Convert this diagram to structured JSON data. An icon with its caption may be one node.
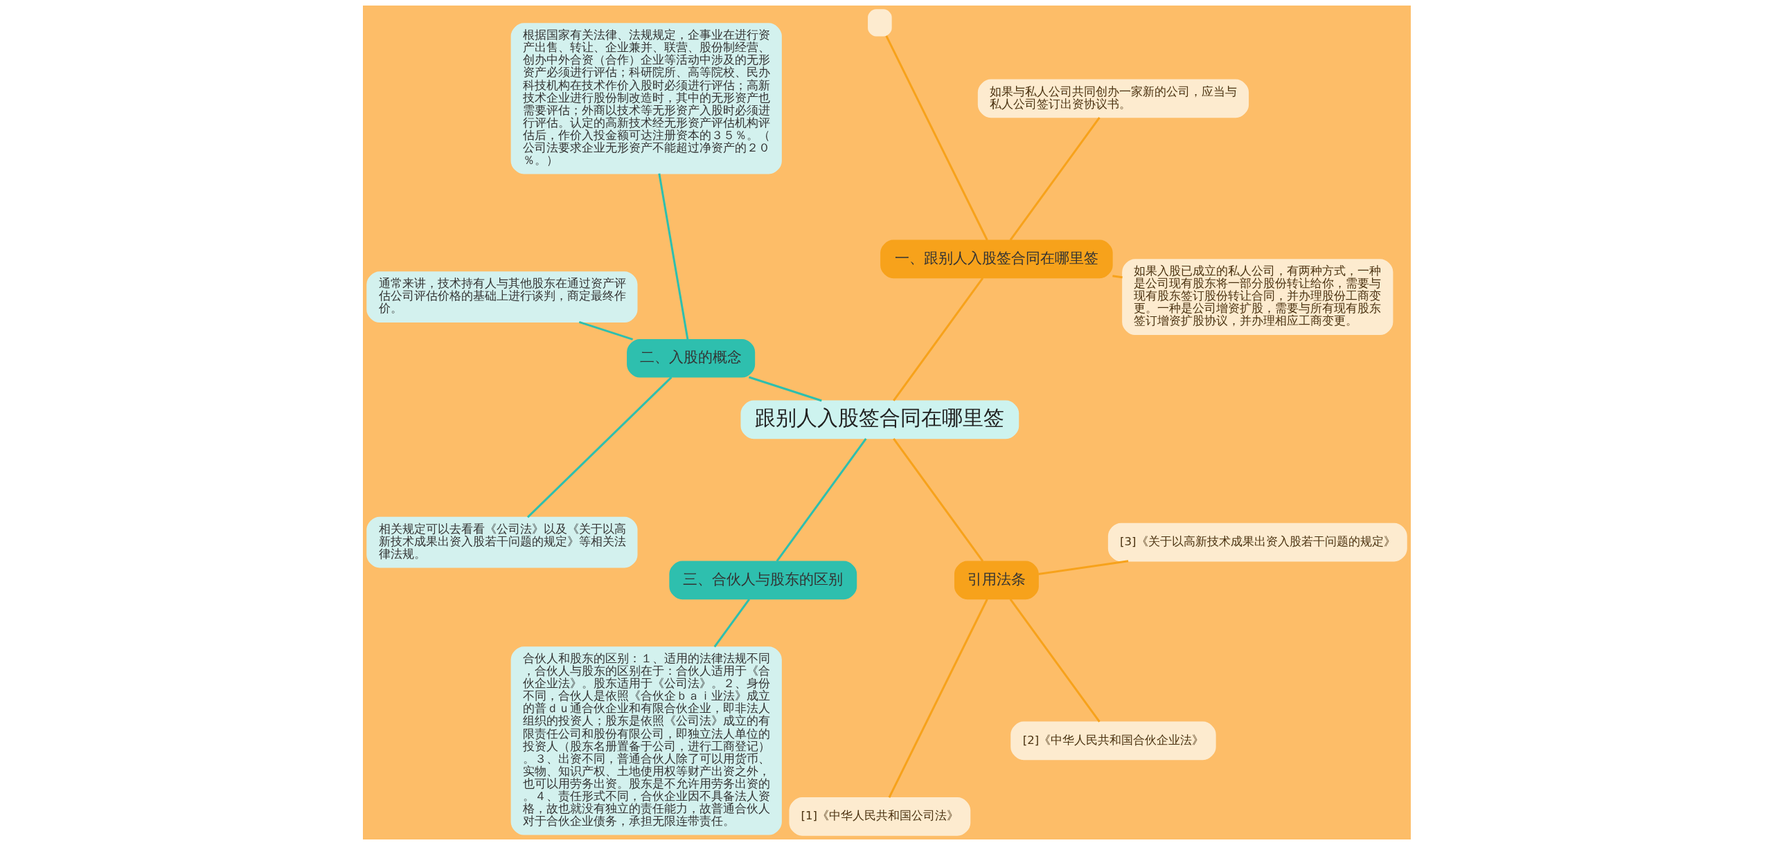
{
  "diagram": {
    "nodes": [
      {
        "text": [
          "跟别人入股签合同在哪里签"
        ]
      },
      {
        "text": [
          "一、跟别人入股签合同在哪里签"
        ]
      },
      {
        "text": [
          "如果入股已成立的私人公司，有两种方式，一种是公司现有股东将一部分股份转让给你，需要与现有股东签订股份转让合同，并办理股份工商变更。一种是公司增资扩股，需要与所有现有股东签订增资扩股协议，并办理相应工商变更。"
        ]
      },
      {
        "text": [
          "如果与私人公司共同创办一家新的公司，应当与私人公司签订出资协议书。"
        ]
      },
      {
        "text": [],
        "shape": "box"
      },
      {
        "text": [
          "二、入股的概念"
        ]
      },
      {
        "text": [
          "根据国家有关法律、法规规定，企事业在进行资产出售、转让、企业兼并、联营、股份制经营、创办中外合资（合作）企业等活动中涉及的无形资产必须进行评估；科研院所、高等院校、民办科技机构在技术作价入股时必须进行评估；高新技术企业进行股份制改造时，其中的无形资产也需要评估；外商以技术等无形资产入股时必须进行评估。认定的高新技术经无形资产评估机构评估后，作价入投金额可达注册资本的３５％。（公司法要求企业无形资产不能超过净资产的２０％。）"
        ]
      },
      {
        "text": [
          "通常来讲，技术持有人与其他股东在通过资产评估公司评估价格的基础上进行谈判，商定最终作价。"
        ]
      },
      {
        "text": [
          "相关规定可以去看看《公司法》以及《关于以高新技术成果出资入股若干问题的规定》等相关法律法规。"
        ]
      },
      {
        "text": [
          "三、合伙人与股东的区别"
        ]
      },
      {
        "text": [
          "合伙人和股东的区别：１、适用的法律法规不同，合伙人与股东的区别在于：合伙人适用于《合伙企业法》。股东适用于《公司法》。２、身份不同，合伙人是依照《合伙企ｂａｉ业法》成立的普ｄｕ通合伙企业和有限合伙企业，即非法人组织的投资人；股东是依照《公司法》成立的有限责任公司和股份有限公司，即独立法人单位的投资人（股东名册置备于公司，进行工商登记）。３、出资不同，普通合伙人除了可以用货币、实物、知识产权、土地使用权等财产出资之外，也可以用劳务出资。股东是不允许用劳务出资的。４、责任形式不同，合伙企业因不具备法人资格，故也就没有独立的责任能力，故普通合伙人对于合伙企业债务，承担无限连带责任。"
        ]
      },
      {
        "text": [
          "引用法条"
        ]
      },
      {
        "text": [
          "[1]《中华人民共和国公司法》"
        ]
      },
      {
        "text": [
          "[2]《中华人民共和国合伙企业法》"
        ]
      },
      {
        "text": [
          "[3]《关于以高新技术成果出资入股若干问题的规定》"
        ]
      }
    ],
    "edges": [
      {
        "from": 0,
        "to": 1,
        "arrow": "none"
      },
      {
        "from": 1,
        "to": 2,
        "arrow": "none"
      },
      {
        "from": 1,
        "to": 3,
        "arrow": "none"
      },
      {
        "from": 1,
        "to": 4,
        "arrow": "none"
      },
      {
        "from": 0,
        "to": 5,
        "arrow": "none",
        "color": "#2ebfae"
      },
      {
        "from": 5,
        "to": 6,
        "arrow": "none",
        "color": "#2ebfae"
      },
      {
        "from": 5,
        "to": 7,
        "arrow": "none",
        "color": "#2ebfae"
      },
      {
        "from": 5,
        "to": 8,
        "arrow": "none",
        "color": "#2ebfae"
      },
      {
        "from": 0,
        "to": 9,
        "arrow": "none",
        "color": "#2ebfae"
      },
      {
        "from": 9,
        "to": 10,
        "arrow": "none",
        "color": "#2ebfae"
      },
      {
        "from": 0,
        "to": 11,
        "arrow": "none"
      },
      {
        "from": 11,
        "to": 12,
        "arrow": "none"
      },
      {
        "from": 11,
        "to": 13,
        "arrow": "none"
      },
      {
        "from": 11,
        "to": 14,
        "arrow": "none"
      }
    ]
  }
}
